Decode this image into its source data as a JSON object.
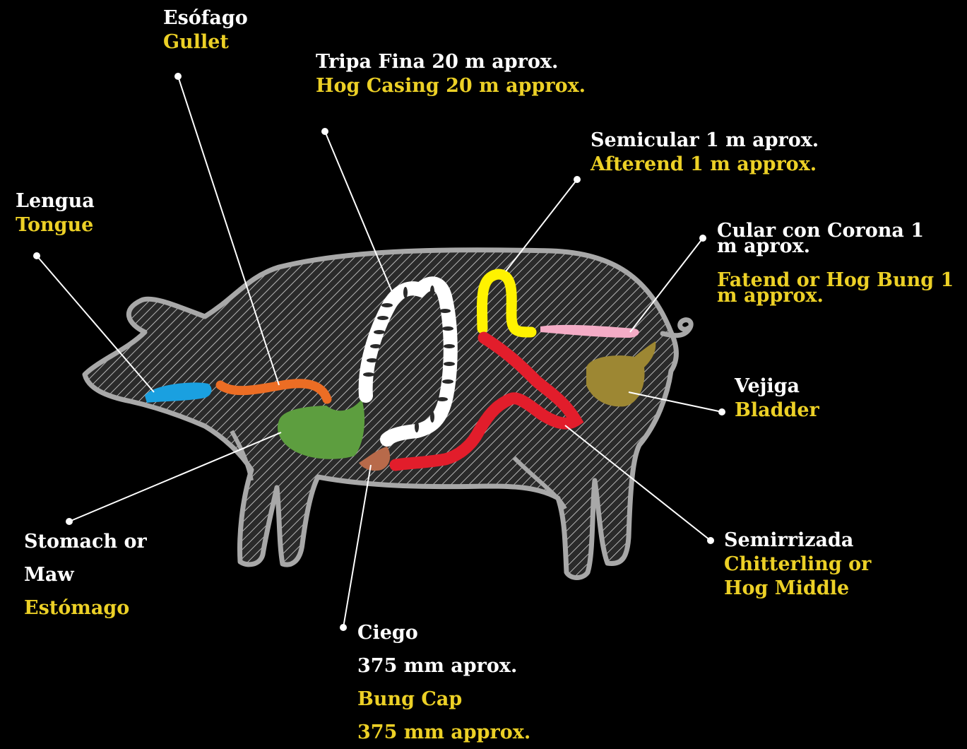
{
  "colors": {
    "background": "#000000",
    "label_primary": "#ffffff",
    "label_secondary": "#ecd026",
    "outline": "#aaaaaa",
    "tongue": "#1aa0e0",
    "gullet": "#ec6d24",
    "stomach": "#5d9e3f",
    "hog_casing": "#ffffff",
    "afterend": "#fff200",
    "fatend": "#f4acc6",
    "bladder": "#9d8733",
    "chitterling": "#e21d2b",
    "bung_cap": "#b86a4a"
  },
  "labels": {
    "gullet": {
      "es": "Esófago",
      "en": "Gullet"
    },
    "hog_casing": {
      "es": "Tripa Fina 20 m aprox.",
      "en": "Hog Casing 20 m approx."
    },
    "afterend": {
      "es": "Semicular 1 m aprox.",
      "en": "Afterend 1 m approx."
    },
    "tongue": {
      "es": "Lengua",
      "en": "Tongue"
    },
    "fatend": {
      "es_line1": "Cular con Corona 1",
      "es_line2": "m aprox.",
      "en_line1": "Fatend or Hog Bung 1",
      "en_line2": "m approx."
    },
    "bladder": {
      "es": "Vejiga",
      "en": "Bladder"
    },
    "stomach": {
      "line1": "Stomach or",
      "line2": "Maw",
      "line3": "Estómago"
    },
    "chitterling": {
      "es": "Semirrizada",
      "en_line1": "Chitterling or",
      "en_line2": "Hog Middle"
    },
    "bung_cap": {
      "es": "Ciego",
      "es_size": "375 mm aprox.",
      "en": "Bung Cap",
      "en_size": "375 mm approx."
    }
  }
}
